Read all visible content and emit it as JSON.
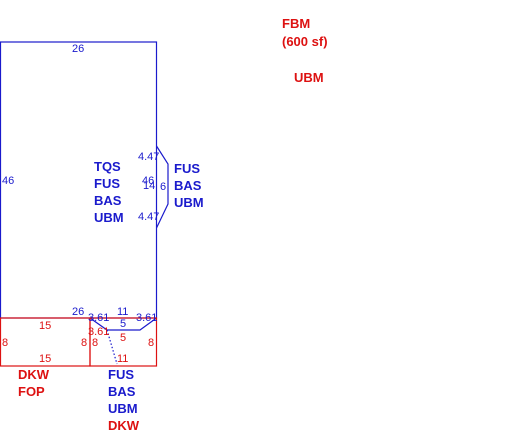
{
  "colors": {
    "blue": "#1a1acc",
    "red": "#dd1111",
    "background": "#ffffff"
  },
  "header": {
    "title_line1": "FBM",
    "title_line2": "(600 sf)",
    "subtitle": "UBM"
  },
  "main_area": {
    "dims": {
      "top": "26",
      "left": "46",
      "bottom": "26",
      "right": "46"
    },
    "codes": [
      "TQS",
      "FUS",
      "BAS",
      "UBM"
    ]
  },
  "bay": {
    "dims": {
      "upper_diag": "4.47",
      "depth": "14",
      "front": "6",
      "lower_diag": "4.47"
    },
    "codes": [
      "FUS",
      "BAS",
      "UBM"
    ]
  },
  "deck": {
    "dims": {
      "top": "15",
      "bottom": "15",
      "left": "8",
      "right": "8"
    },
    "codes": [
      "DKW",
      "FOP"
    ]
  },
  "lower_section": {
    "dims": {
      "top": "11",
      "left_diag": "3.61",
      "right_diag": "3.61",
      "inner_diag": "3.61",
      "inner_top": "5",
      "inner_bottom": "5",
      "left": "8",
      "right": "8",
      "bottom": "11"
    },
    "codes": [
      "FUS",
      "BAS",
      "UBM",
      "DKW"
    ]
  }
}
